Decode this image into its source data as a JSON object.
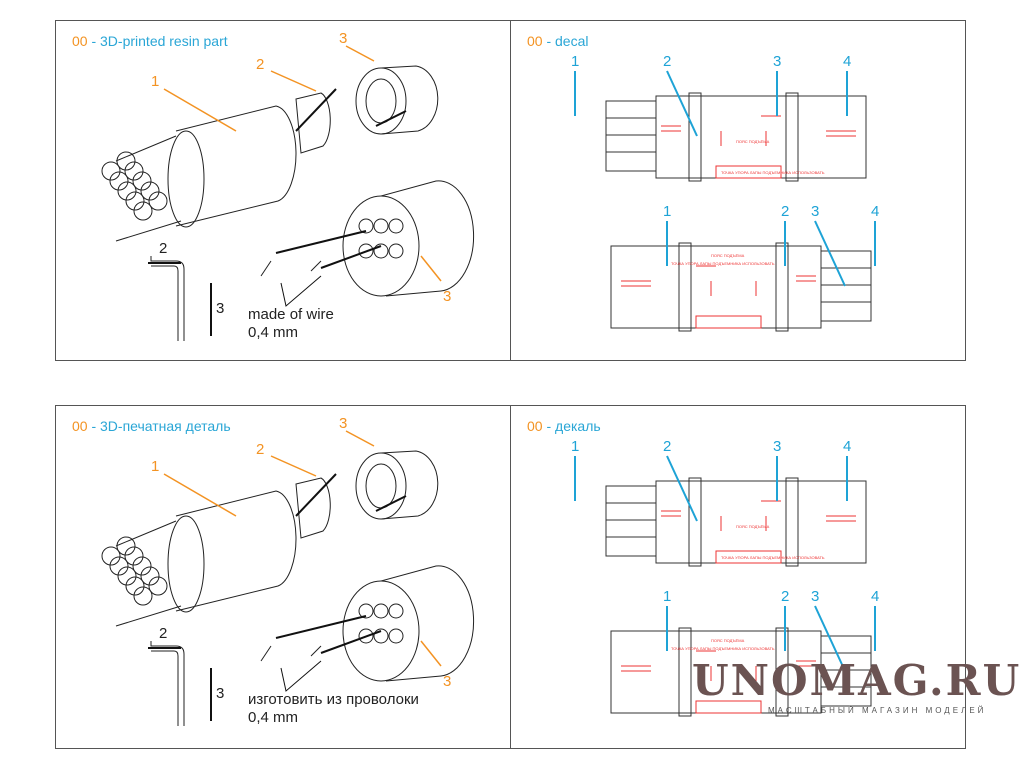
{
  "sections": [
    {
      "num": "00",
      "title": " - 3D-printed resin part",
      "labels": [
        "1",
        "2",
        "3",
        "3"
      ],
      "dims": [
        "2",
        "3"
      ],
      "note": [
        "made of wire",
        "0,4 mm"
      ]
    },
    {
      "num": "00",
      "title": " - decal",
      "top_labels": [
        "1",
        "2",
        "3",
        "4"
      ],
      "bottom_labels": [
        "4",
        "3",
        "2",
        "1"
      ],
      "decal_text": [
        "ПОЯС ПОДЪЁМА",
        "ТОЧКА УПОРА ЛАПЫ ПОДЪЕМНИКА ИСПОЛЬЗОВАТЬ"
      ]
    },
    {
      "num": "00",
      "title": " - 3D-печатная деталь",
      "labels": [
        "1",
        "2",
        "3",
        "3"
      ],
      "dims": [
        "2",
        "3"
      ],
      "note": [
        "изготовить из проволоки",
        "0,4 mm"
      ]
    },
    {
      "num": "00",
      "title": " - декаль",
      "top_labels": [
        "1",
        "2",
        "3",
        "4"
      ],
      "bottom_labels": [
        "4",
        "3",
        "2",
        "1"
      ],
      "decal_text": [
        "ПОЯС ПОДЪЁМА",
        "ТОЧКА УПОРА ЛАПЫ ПОДЪЕМНИКА ИСПОЛЬЗОВАТЬ"
      ]
    }
  ],
  "watermark": {
    "name": "UNOMAG.RU",
    "tagline": "МАСШТАБНЫЙ МАГАЗИН МОДЕЛЕЙ"
  },
  "colors": {
    "callout_orange": "#f39323",
    "callout_blue": "#1ea3d6",
    "decal_red": "#e33333"
  }
}
